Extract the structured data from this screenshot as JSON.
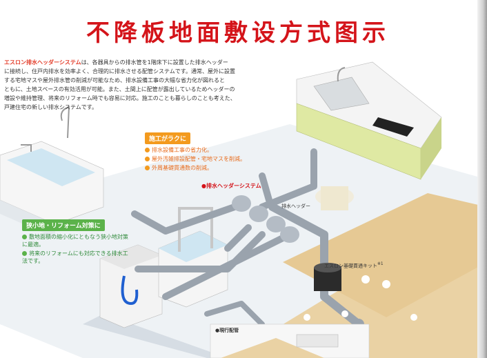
{
  "title": "不降板地面敷设方式图示",
  "intro": {
    "lead": "エスロン排水ヘッダーシステム",
    "lines": [
      "は、各器具からの排水管を1階床下に設置した排水ヘッダー",
      "に接続し、住戸内排水を効率よく、合理的に排水させる配管システムです。通常、屋外に設置",
      "する宅地マスや屋外排水管の削減が可能なため、排水設備工事の大幅な省力化が図れると",
      "ともに、土地スペースの有効活用が可能。また、土間上に配管が露出しているためヘッダーの",
      "増設や維持管理、将来のリフォーム時でも容易に対応。施工のことも暮らしのことも考えた、",
      "戸建住宅の新しい排水システムです。"
    ]
  },
  "callout_construction": {
    "heading": "施工がラクに",
    "items": [
      "排水設備工事の省力化。",
      "屋外汚雑排設配管・宅地マスを削減。",
      "外周基礎貫通数の削減。"
    ]
  },
  "callout_reform": {
    "heading": "狭小地・リフォーム対策に",
    "items": [
      "敷地面積の縮小化にともなう狭小地対策に最適。",
      "将来のリフォームにも対応できる排水工法です。"
    ]
  },
  "labels": {
    "system": "●排水ヘッダーシステム",
    "header": "排水ヘッダー",
    "kit": "エスロン基礎貫通キット",
    "kit_note": "※1",
    "current": "●現行配管"
  },
  "colors": {
    "title": "#d4141a",
    "accent_orange": "#f39a1e",
    "accent_green": "#5bb24a",
    "pipe": "#9aa3ad",
    "floor": "#e9cfa0"
  }
}
